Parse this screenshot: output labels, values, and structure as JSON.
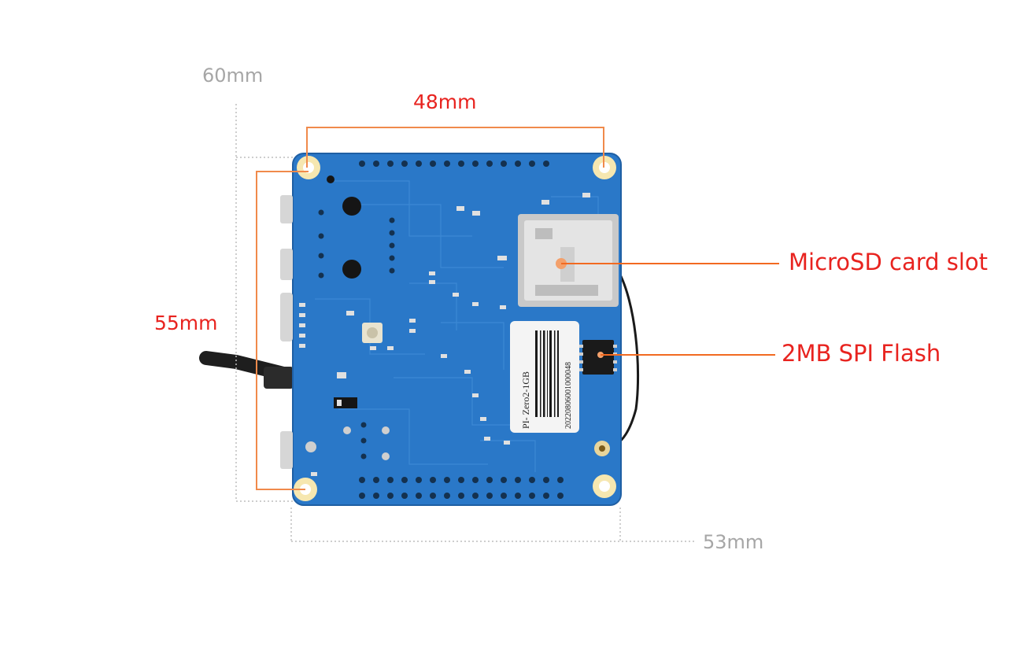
{
  "dimensions": {
    "height_total": "60mm",
    "width_holes": "48mm",
    "height_holes": "55mm",
    "width_total": "53mm"
  },
  "callouts": {
    "microsd": "MicroSD card slot",
    "spi_flash": "2MB SPI Flash"
  },
  "board_label": {
    "model": "PI- Zero2-1GB",
    "serial": "20220806001000048"
  },
  "colors": {
    "pcb": "#2a78c8",
    "accent_red": "#e8231f",
    "callout_line": "#f26a21",
    "dim_gray": "#a6a6a6",
    "bracket": "#f08a4b"
  }
}
